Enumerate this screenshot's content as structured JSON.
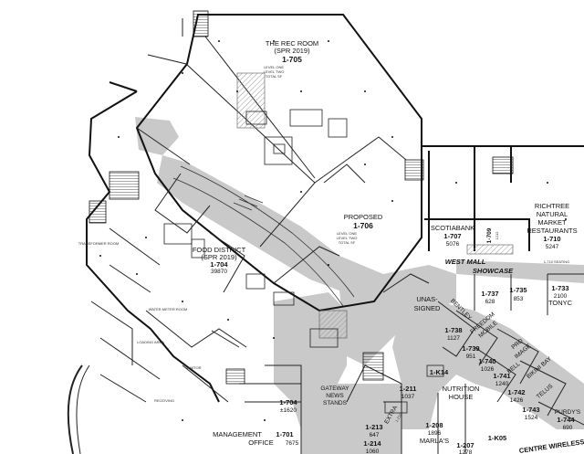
{
  "plan": {
    "rec_room": {
      "title": "THE REC ROOM",
      "note": "(SPR 2019)",
      "unit": "1-705"
    },
    "rec_room_area": {
      "level_one": "LEVEL ONE",
      "level_two": "LEVEL TWO",
      "total": "TOTAL SF"
    },
    "proposed": {
      "title": "PROPOSED",
      "unit": "1-706"
    },
    "proposed_area": {
      "level_one": "LEVEL ONE",
      "level_two": "LEVEL TWO",
      "total": "TOTAL SF"
    },
    "food_district": {
      "title": "FOOD DISTRICT",
      "note": "(SPR 2019)",
      "unit": "1-704",
      "area": "39870"
    },
    "scotiabank": {
      "name": "SCOTIABANK",
      "unit": "1-707",
      "area": "5076"
    },
    "richtree": {
      "line1": "RICHTREE",
      "line2": "NATURAL",
      "line3": "MARKET",
      "line4": "RESTAURANTS",
      "unit": "1-710",
      "area": "5247"
    },
    "unit_1709": {
      "unit": "1-709",
      "area": "1212"
    },
    "west_mall": {
      "line1": "WEST MALL",
      "line2": "SHOWCASE"
    },
    "seating": "1-710 SEATING",
    "unassigned": {
      "line1": "UNAS-",
      "line2": "SIGNED"
    },
    "tonyc": {
      "unit": "1-733",
      "area": "2100",
      "name": "TONYC"
    },
    "bentley": {
      "name": "BENTLEY",
      "unit": "1-738",
      "area": "1127"
    },
    "u1737": {
      "unit": "1-737",
      "area": "628"
    },
    "u1735": {
      "unit": "1-735",
      "area": "853"
    },
    "freedom": {
      "line1": "FREEDOM",
      "line2": "MOBILE"
    },
    "u1739": {
      "unit": "1-739",
      "area": "951"
    },
    "u1740": {
      "unit": "1-740",
      "area": "1026"
    },
    "pro_image": {
      "line1": "PRO",
      "line2": "IMAGE"
    },
    "bell": "BELL",
    "u1741": {
      "unit": "1-741",
      "area": "1240"
    },
    "bikini_bay": "BIKINI BAY",
    "u1742": {
      "unit": "1-742",
      "area": "1426"
    },
    "telus": "TELUS",
    "u1743": {
      "unit": "1-743",
      "area": "1524"
    },
    "purdys": {
      "name": "PURDY'S",
      "unit": "1-744",
      "area": "690"
    },
    "centre_wireless": "CENTRE WIRELESS",
    "k14": "1-K14",
    "k05": "1-K05",
    "nutrition_house": {
      "line1": "NUTRITION",
      "line2": "HOUSE"
    },
    "u1211": {
      "unit": "1-211",
      "area": "1037"
    },
    "gateway": {
      "line1": "GATEWAY",
      "line2": "NEWS",
      "line3": "STANDS"
    },
    "u1213": {
      "unit": "1-213",
      "area": "647"
    },
    "u1214": {
      "unit": "1-214",
      "area": "1060"
    },
    "u1208": {
      "unit": "1-208",
      "area": "1896"
    },
    "marlas": "MARLA'S",
    "u1207": {
      "unit": "1-207",
      "area": "1278"
    },
    "extra_unit": {
      "name": "EXTRA",
      "unit": "1-210"
    },
    "u1704b": {
      "unit": "1-704",
      "area": "±1620"
    },
    "management": {
      "name": "MANAGEMENT",
      "unit": "1-701",
      "name2": "OFFICE",
      "area": "7675"
    },
    "small_rooms": {
      "transformer": "TRANSFORMER ROOM",
      "water_meter": "WATER METER ROOM",
      "loading": "LOADING AREA",
      "receiving": "RECEIVING",
      "janitor": "JANITOR"
    }
  }
}
